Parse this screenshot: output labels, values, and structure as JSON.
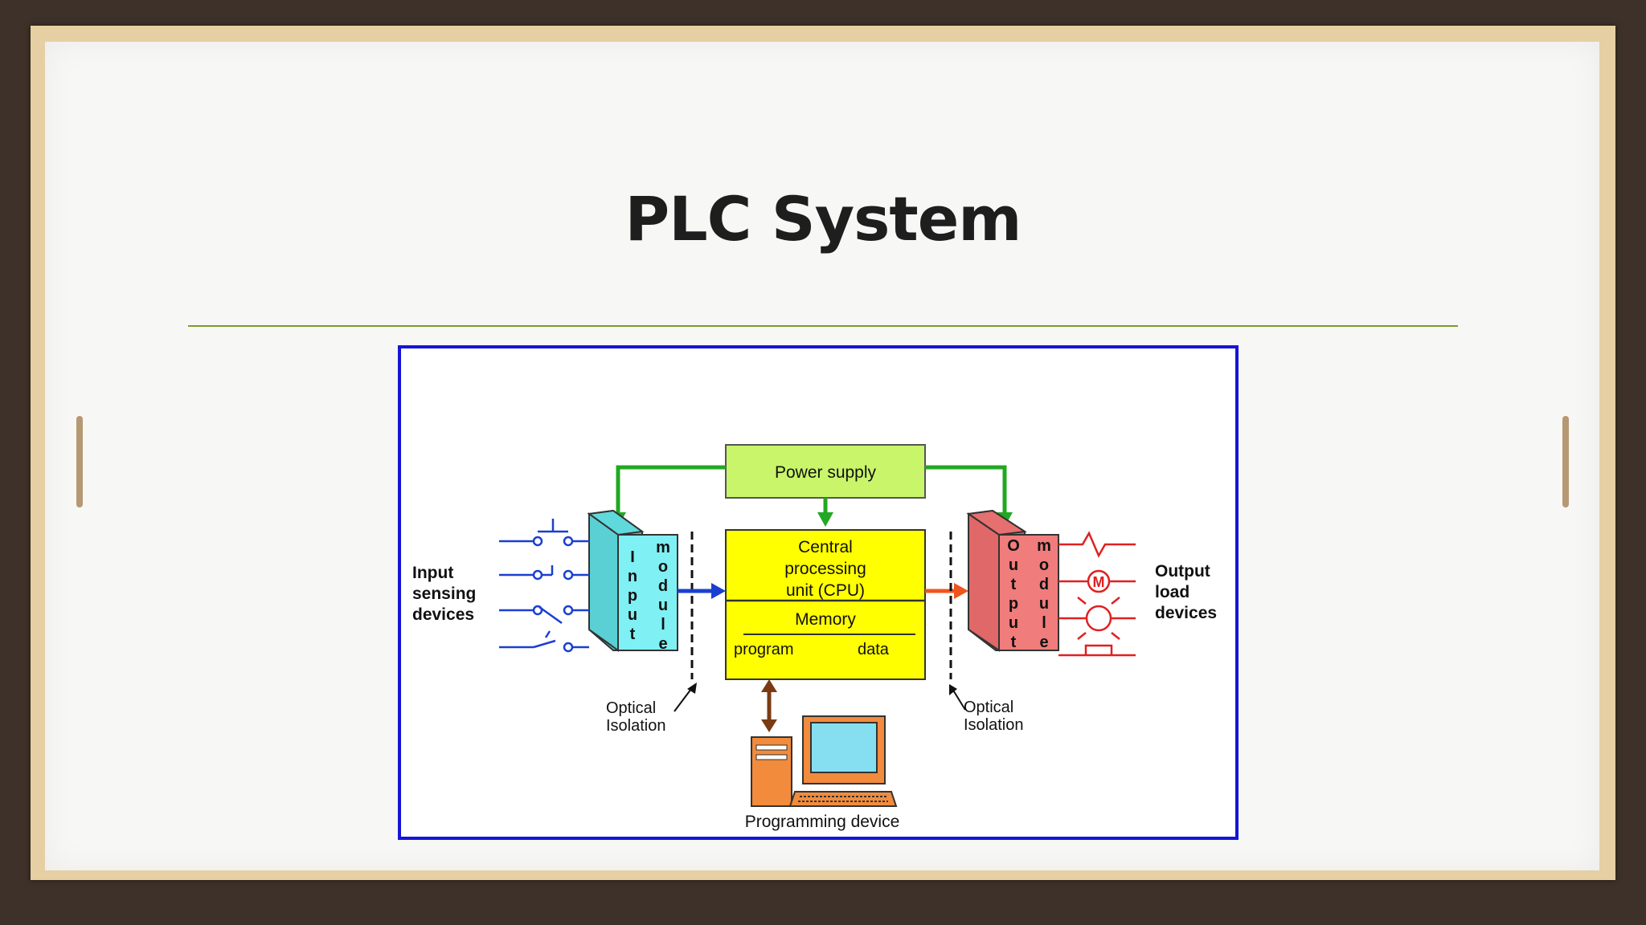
{
  "slide": {
    "title": "PLC System"
  },
  "diagram": {
    "power_supply": "Power supply",
    "cpu_lines": [
      "Central",
      "processing",
      "unit (CPU)"
    ],
    "memory": "Memory",
    "program": "program",
    "data": "data",
    "input_label": [
      "Input",
      "sensing",
      "devices"
    ],
    "output_label": [
      "Output",
      "load",
      "devices"
    ],
    "input_module_letters": [
      "I",
      "n",
      "p",
      "u",
      "t"
    ],
    "input_module_letters2": [
      "m",
      "o",
      "d",
      "u",
      "l",
      "e"
    ],
    "output_module_letters": [
      "O",
      "u",
      "t",
      "p",
      "u",
      "t"
    ],
    "output_module_letters2": [
      "m",
      "o",
      "d",
      "u",
      "l",
      "e"
    ],
    "optical_isolation": [
      "Optical",
      "Isolation"
    ],
    "programming_device": "Programming device",
    "motor_symbol": "M",
    "colors": {
      "input_module": "#7ff0f3",
      "output_module": "#f07c7c",
      "cpu": "#ffff00",
      "power_supply": "#c9f56a",
      "power_lines": "#22a822",
      "input_arrow": "#1a3fd0",
      "output_arrow": "#f0541e",
      "prog_arrow": "#7a3b12",
      "border": "#1515d6",
      "computer": "#f28b3c",
      "screen": "#86dff0"
    }
  }
}
